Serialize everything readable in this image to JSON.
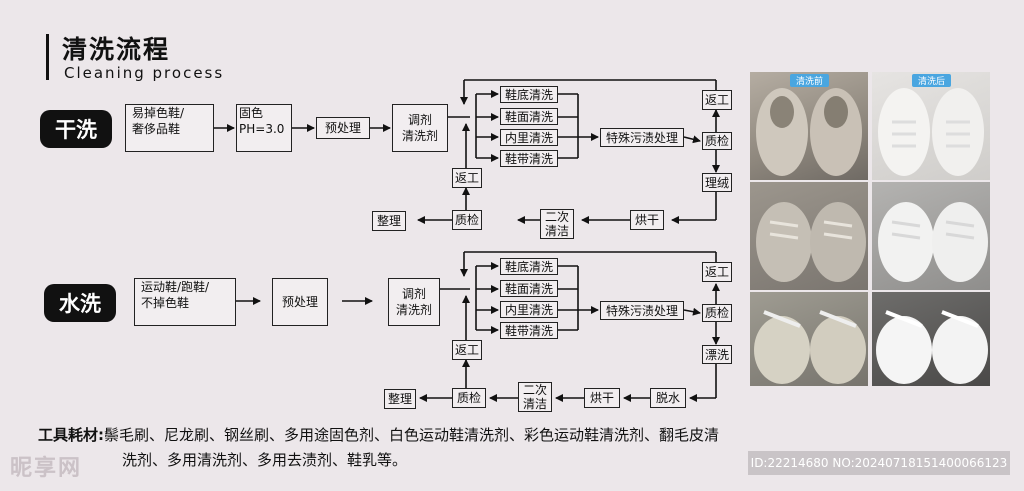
{
  "title": {
    "zh": "清洗流程",
    "en": "Cleaning   process"
  },
  "dry": {
    "label": "干洗",
    "input": [
      "易掉色鞋/",
      "奢侈品鞋"
    ],
    "fix": [
      "固色",
      "PH=3.0"
    ],
    "pre": "预处理",
    "agent": [
      "调剂",
      "清洗剂"
    ],
    "parts": [
      "鞋底清洗",
      "鞋面清洗",
      "内里清洗",
      "鞋带清洗"
    ],
    "special": "特殊污渍处理",
    "redo_right": "返工",
    "qc_right": "质检",
    "next": "理绒",
    "dry": "烘干",
    "second": [
      "二次",
      "清洁"
    ],
    "qc_bottom": "质检",
    "redo_left": "返工",
    "finish": "整理"
  },
  "wet": {
    "label": "水洗",
    "input": [
      "运动鞋/跑鞋/",
      "不掉色鞋"
    ],
    "pre": "预处理",
    "agent": [
      "调剂",
      "清洗剂"
    ],
    "parts": [
      "鞋底清洗",
      "鞋面清洗",
      "内里清洗",
      "鞋带清洗"
    ],
    "special": "特殊污渍处理",
    "redo_right": "返工",
    "qc_right": "质检",
    "rinse": "漂洗",
    "dehydrate": "脱水",
    "dry": "烘干",
    "second": [
      "二次",
      "清洁"
    ],
    "qc_bottom": "质检",
    "redo_left": "返工",
    "finish": "整理"
  },
  "tools": {
    "label": "工具耗材:",
    "line1": "鬃毛刷、尼龙刷、钢丝刷、多用途固色剂、白色运动鞋清洗剂、彩色运动鞋清洗剂、翻毛皮清",
    "line2": "洗剂、多用清洗剂、多用去渍剂、鞋乳等。"
  },
  "photos": {
    "before": "清洗前",
    "after": "清洗后"
  },
  "watermark": {
    "site": "昵享网",
    "id": "ID:22214680 NO:20240718151400066123"
  }
}
